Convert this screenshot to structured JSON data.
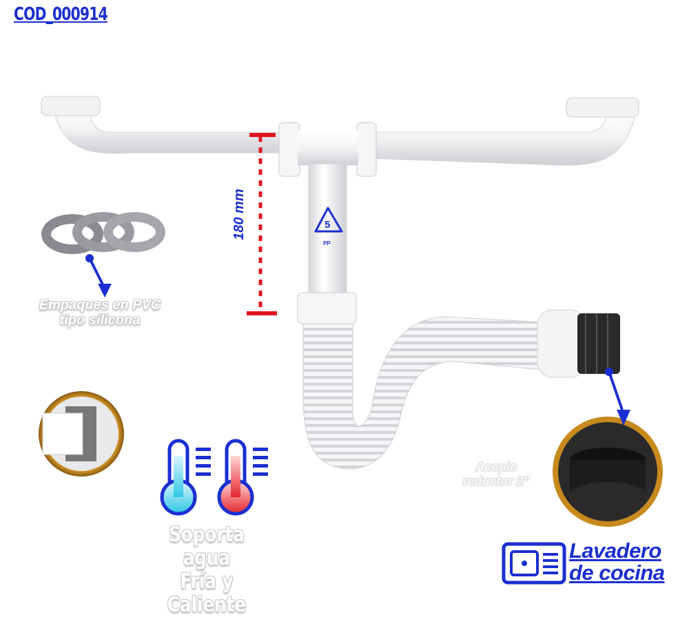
{
  "product_code": "COD_000914",
  "header_faded_text": "",
  "dimension": {
    "value": "180 mm",
    "color": "#e0161c"
  },
  "recycle": {
    "number": "5",
    "material": "PP"
  },
  "callouts": {
    "gaskets": {
      "line1": "Empaques en PVC",
      "line2": "tipo silicona"
    },
    "reducer": {
      "line1": "Acople",
      "line2": "reductor 2\""
    }
  },
  "temperature": {
    "line1": "Soporta agua",
    "line2": "Fría y Caliente",
    "cold_color": "#2fc6e6",
    "hot_color": "#e3252b"
  },
  "category": {
    "line1": "Lavadero",
    "line2": "de cocina",
    "icon": "sink-icon"
  },
  "colors": {
    "brand_blue": "#1a2fd0",
    "gold_ring": "#c8891e"
  }
}
